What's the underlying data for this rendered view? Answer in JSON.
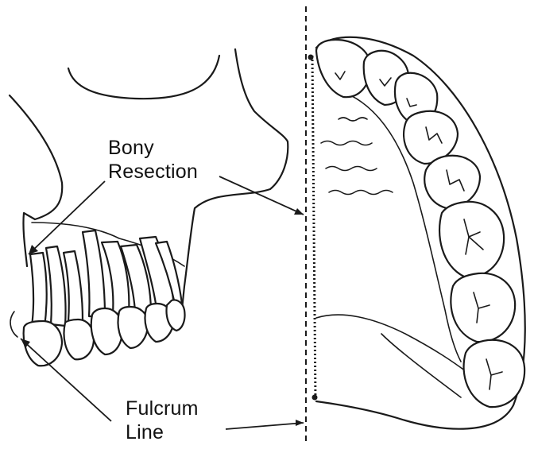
{
  "labels": {
    "bony_resection_line1": "Bony",
    "bony_resection_line2": "Resection",
    "fulcrum_line1": "Fulcrum",
    "fulcrum_line2": "Line"
  },
  "colors": {
    "ink": "#1a1a1a",
    "background": "#ffffff"
  }
}
